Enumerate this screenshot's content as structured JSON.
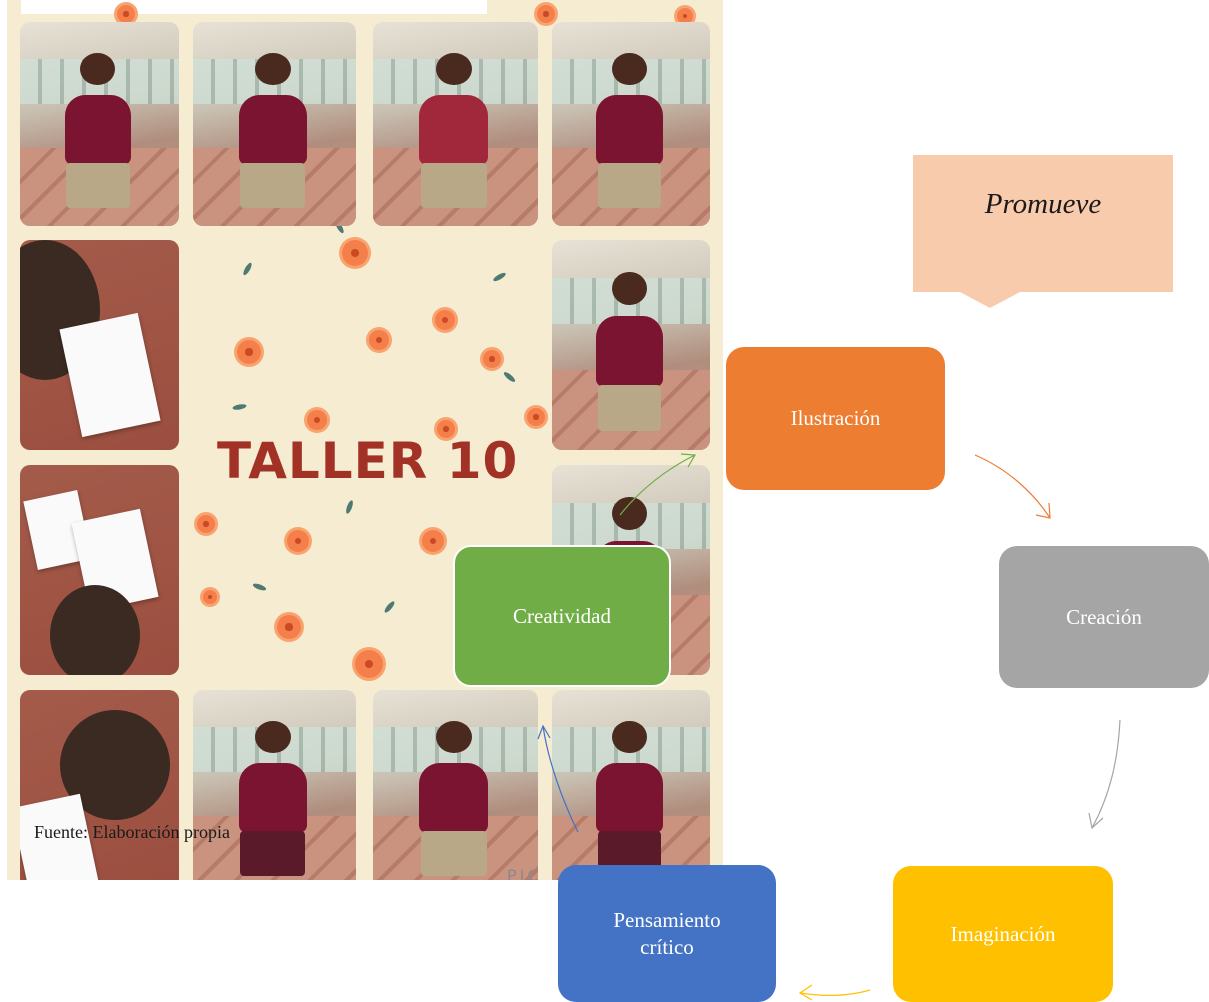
{
  "collage": {
    "title": "TALLER 10",
    "watermark": "PIC"
  },
  "callout": {
    "text": "Promueve"
  },
  "cycle": {
    "ilustracion": "Ilustración",
    "creacion": "Creación",
    "imaginacion": "Imaginación",
    "pensamiento": "Pensamiento crítico",
    "creatividad": "Creatividad"
  },
  "caption": "Fuente: Elaboración propia",
  "colors": {
    "ilustracion": "#ed7d31",
    "creacion": "#a5a5a5",
    "imaginacion": "#ffc000",
    "pensamiento": "#4472c4",
    "creatividad": "#70ad47",
    "callout": "#f8cbad"
  }
}
